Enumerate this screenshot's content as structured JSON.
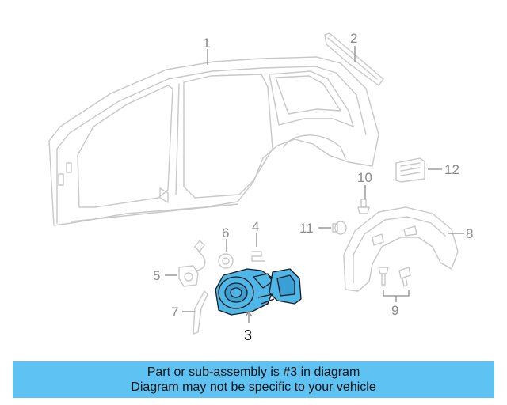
{
  "colors": {
    "highlight": "#4fb6e8",
    "banner": "#5ec2f2",
    "line_art": "#c8c8c8",
    "callout_text": "#8a8a8a"
  },
  "callouts": [
    {
      "id": "1",
      "label": "1"
    },
    {
      "id": "2",
      "label": "2"
    },
    {
      "id": "3",
      "label": "3"
    },
    {
      "id": "4",
      "label": "4"
    },
    {
      "id": "5",
      "label": "5"
    },
    {
      "id": "6",
      "label": "6"
    },
    {
      "id": "7",
      "label": "7"
    },
    {
      "id": "8",
      "label": "8"
    },
    {
      "id": "9",
      "label": "9"
    },
    {
      "id": "10",
      "label": "10"
    },
    {
      "id": "11",
      "label": "11"
    },
    {
      "id": "12",
      "label": "12"
    }
  ],
  "banner": {
    "line1": "Part or sub-assembly is #3 in diagram",
    "line2": "Diagram may not be specific to your vehicle"
  }
}
